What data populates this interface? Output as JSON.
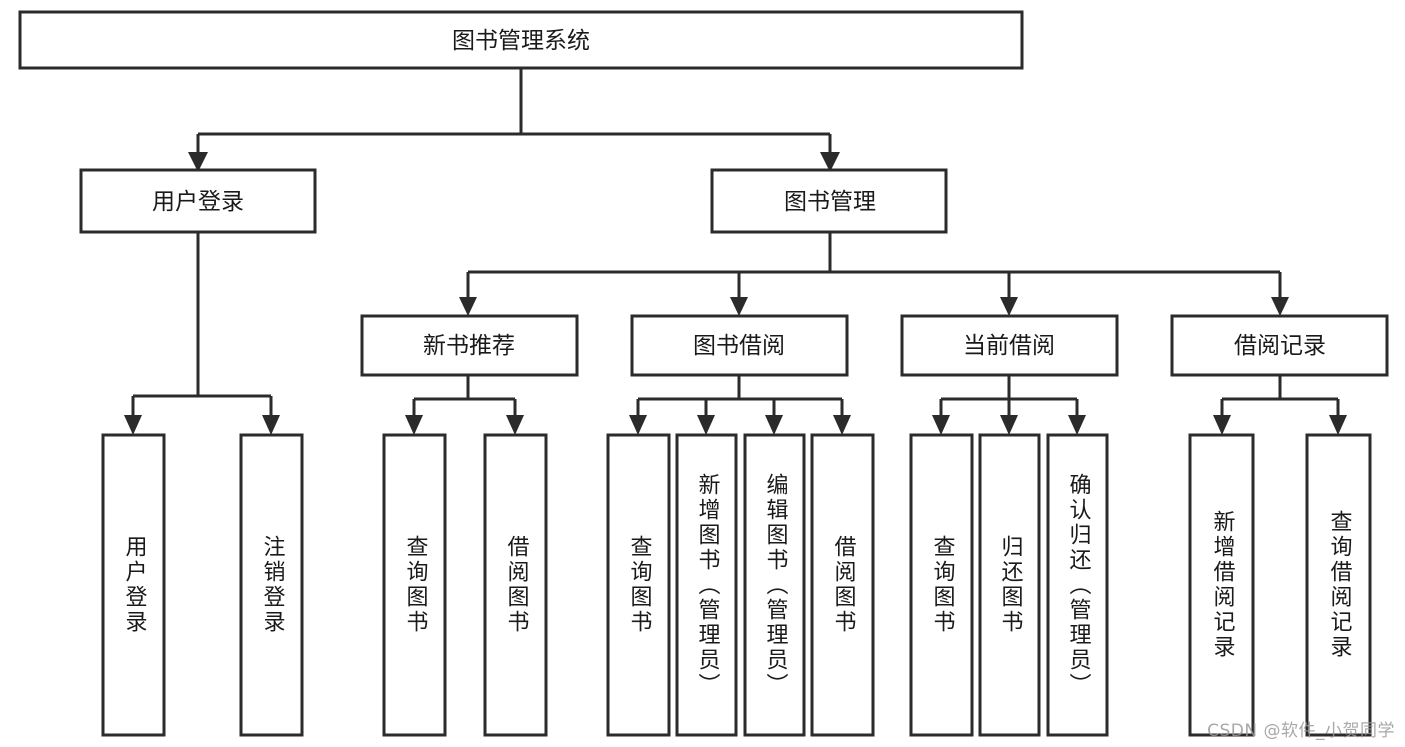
{
  "diagram": {
    "title": "图书管理系统",
    "root": {
      "id": "root",
      "label": "图书管理系统"
    },
    "level1": [
      {
        "id": "user-login",
        "label": "用户登录"
      },
      {
        "id": "book-management",
        "label": "图书管理"
      }
    ],
    "level2": [
      {
        "id": "new-book-recommend",
        "label": "新书推荐",
        "parent": "book-management"
      },
      {
        "id": "book-borrow",
        "label": "图书借阅",
        "parent": "book-management"
      },
      {
        "id": "current-borrow",
        "label": "当前借阅",
        "parent": "book-management"
      },
      {
        "id": "borrow-record",
        "label": "借阅记录",
        "parent": "book-management"
      }
    ],
    "leaves": {
      "user-login": [
        {
          "id": "leaf-user-login",
          "label": "用户登录"
        },
        {
          "id": "leaf-logout-login",
          "label": "注销登录"
        }
      ],
      "new-book-recommend": [
        {
          "id": "leaf-query-book-1",
          "label": "查询图书"
        },
        {
          "id": "leaf-borrow-book-1",
          "label": "借阅图书"
        }
      ],
      "book-borrow": [
        {
          "id": "leaf-query-book-2",
          "label": "查询图书"
        },
        {
          "id": "leaf-add-book",
          "label": "新增图书（管理员）"
        },
        {
          "id": "leaf-edit-book",
          "label": "编辑图书（管理员）"
        },
        {
          "id": "leaf-borrow-book-2",
          "label": "借阅图书"
        }
      ],
      "current-borrow": [
        {
          "id": "leaf-query-book-3",
          "label": "查询图书"
        },
        {
          "id": "leaf-return-book",
          "label": "归还图书"
        },
        {
          "id": "leaf-confirm-return",
          "label": "确认归还（管理员）"
        }
      ],
      "borrow-record": [
        {
          "id": "leaf-add-record",
          "label": "新增借阅记录"
        },
        {
          "id": "leaf-query-record",
          "label": "查询借阅记录"
        }
      ]
    },
    "colors": {
      "stroke": "#2b2b2b",
      "fill": "#ffffff",
      "text": "#1a1a1a",
      "watermark": "#9a9a9a"
    }
  },
  "watermark": {
    "text": "CSDN @软件_小贺同学"
  }
}
